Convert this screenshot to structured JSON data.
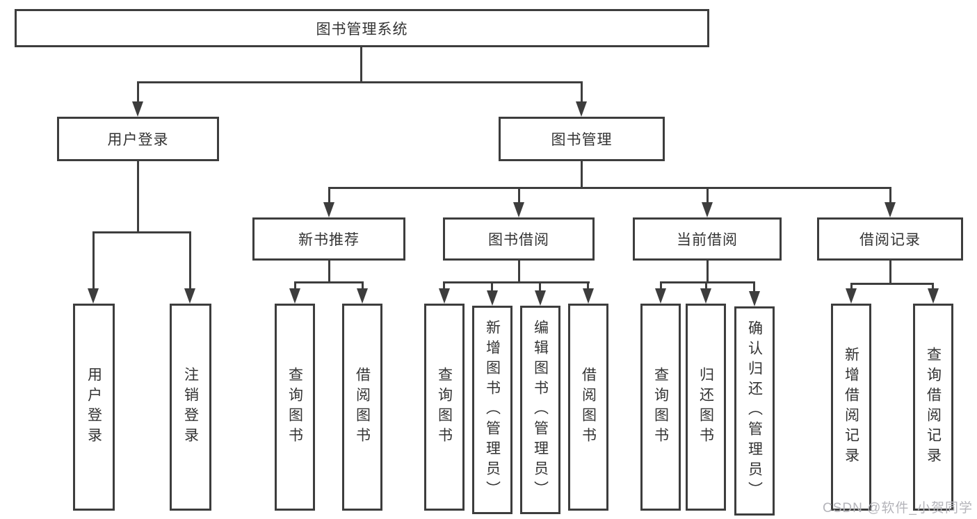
{
  "diagram": {
    "type": "hierarchy-tree",
    "watermark": "CSDN @软件_小贺同学",
    "colors": {
      "line": "#3d3d3d",
      "text": "#333333",
      "background": "#ffffff",
      "watermark": "#b4b4ba"
    },
    "tree": {
      "label": "图书管理系统",
      "children": [
        {
          "label": "用户登录",
          "children": [
            {
              "label": "用户登录"
            },
            {
              "label": "注销登录"
            }
          ]
        },
        {
          "label": "图书管理",
          "children": [
            {
              "label": "新书推荐",
              "children": [
                {
                  "label": "查询图书"
                },
                {
                  "label": "借阅图书"
                }
              ]
            },
            {
              "label": "图书借阅",
              "children": [
                {
                  "label": "查询图书"
                },
                {
                  "label": "新增图书（管理员）"
                },
                {
                  "label": "编辑图书（管理员）"
                },
                {
                  "label": "借阅图书"
                }
              ]
            },
            {
              "label": "当前借阅",
              "children": [
                {
                  "label": "查询图书"
                },
                {
                  "label": "归还图书"
                },
                {
                  "label": "确认归还（管理员）"
                }
              ]
            },
            {
              "label": "借阅记录",
              "children": [
                {
                  "label": "新增借阅记录"
                },
                {
                  "label": "查询借阅记录"
                }
              ]
            }
          ]
        }
      ]
    }
  }
}
